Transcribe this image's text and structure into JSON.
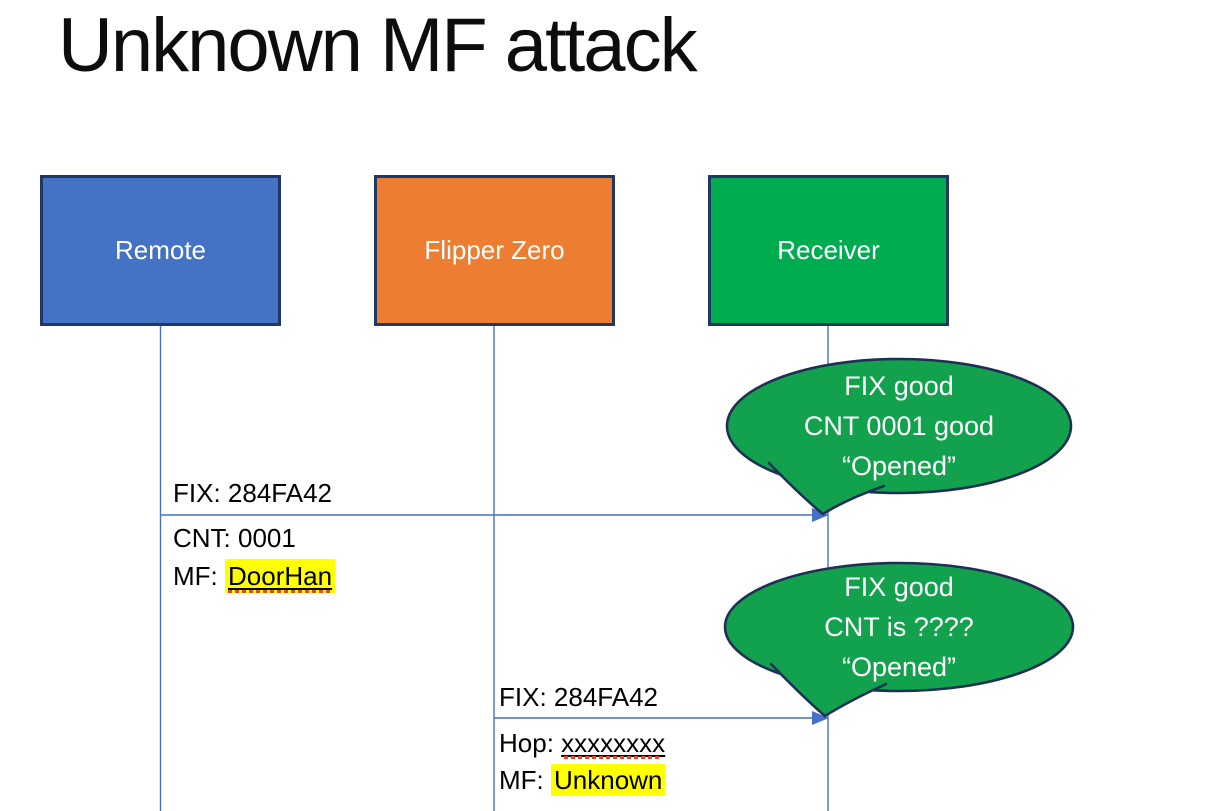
{
  "title": "Unknown MF attack",
  "actors": [
    {
      "label": "Remote",
      "color": "#4472C4"
    },
    {
      "label": "Flipper Zero",
      "color": "#ED7D31"
    },
    {
      "label": "Receiver",
      "color": "#00AC50"
    }
  ],
  "colors": {
    "actor_border": "#1F3864",
    "lifeline_blue": "#4472C4",
    "bubble_fill": "#12A24D",
    "bubble_border": "#1F3055",
    "highlight_yellow": "#FFFF00",
    "squiggle_red": "#E8442C",
    "text_black": "#0D0D0D",
    "text_white": "#FFFFFF"
  },
  "messages": [
    {
      "from": "Remote",
      "to": "Receiver",
      "line_above": "FIX: 284FA42",
      "below_line1": "CNT: 0001",
      "below_line2_prefix": "MF: ",
      "below_line2_value": "DoorHan"
    },
    {
      "from": "Flipper Zero",
      "to": "Receiver",
      "line_above": "FIX: 284FA42",
      "below_line1_prefix": "Hop: ",
      "below_line1_value": "xxxxxxxx",
      "below_line2_prefix": "MF: ",
      "below_line2_value": "Unknown"
    }
  ],
  "bubbles": [
    {
      "lines": [
        "FIX good",
        "CNT 0001 good",
        "“Opened”"
      ]
    },
    {
      "lines": [
        "FIX good",
        "CNT is ????",
        "“Opened”"
      ]
    }
  ]
}
